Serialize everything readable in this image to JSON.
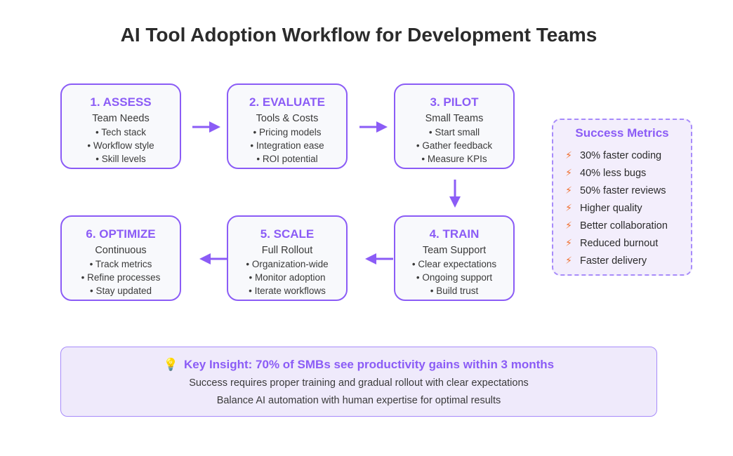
{
  "title": "AI Tool Adoption Workflow for Development Teams",
  "steps": [
    {
      "title": "1. ASSESS",
      "subtitle": "Team Needs",
      "items": [
        "• Tech stack",
        "• Workflow style",
        "• Skill levels"
      ]
    },
    {
      "title": "2. EVALUATE",
      "subtitle": "Tools & Costs",
      "items": [
        "• Pricing models",
        "• Integration ease",
        "• ROI potential"
      ]
    },
    {
      "title": "3. PILOT",
      "subtitle": "Small Teams",
      "items": [
        "• Start small",
        "• Gather feedback",
        "• Measure KPIs"
      ]
    },
    {
      "title": "4. TRAIN",
      "subtitle": "Team Support",
      "items": [
        "• Clear expectations",
        "• Ongoing support",
        "• Build trust"
      ]
    },
    {
      "title": "5. SCALE",
      "subtitle": "Full Rollout",
      "items": [
        "• Organization-wide",
        "• Monitor adoption",
        "• Iterate workflows"
      ]
    },
    {
      "title": "6. OPTIMIZE",
      "subtitle": "Continuous",
      "items": [
        "• Track metrics",
        "• Refine processes",
        "• Stay updated"
      ]
    }
  ],
  "metrics": {
    "title": "Success Metrics",
    "icon": "lightning-bolt-icon",
    "items": [
      "30% faster coding",
      "40% less bugs",
      "50% faster reviews",
      "Higher quality",
      "Better collaboration",
      "Reduced burnout",
      "Faster delivery"
    ]
  },
  "insight": {
    "icon": "light-bulb-icon",
    "headline": "Key Insight: 70% of SMBs see productivity gains within 3 months",
    "lines": [
      "Success requires proper training and gradual rollout with clear expectations",
      "Balance AI automation with human expertise for optimal results"
    ]
  },
  "colors": {
    "accent": "#8b5cf6",
    "box_fill": "#f8f9fc",
    "metrics_fill": "#f3eefc",
    "insight_fill": "#efeafb",
    "bolt": "#f07030",
    "text": "#3a3a3a"
  }
}
